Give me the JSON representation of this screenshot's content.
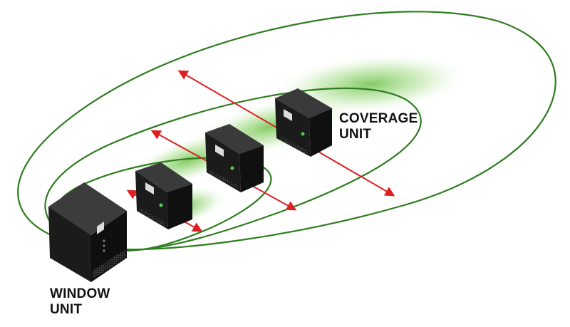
{
  "labels": {
    "coverage_line1": "COVERAGE",
    "coverage_line2": "UNIT",
    "window_line1": "WINDOW",
    "window_line2": "UNIT"
  },
  "colors": {
    "ellipse": "#2e7d1f",
    "glow": "#6cc24a",
    "arrow": "#e02020",
    "unit_body": "#1b1b1b",
    "unit_top": "#3a3a3a",
    "background": "#ffffff"
  },
  "icons": {
    "logo": "wireless-logo-icon",
    "status": "status-led-icon",
    "vent": "vent-grille"
  }
}
